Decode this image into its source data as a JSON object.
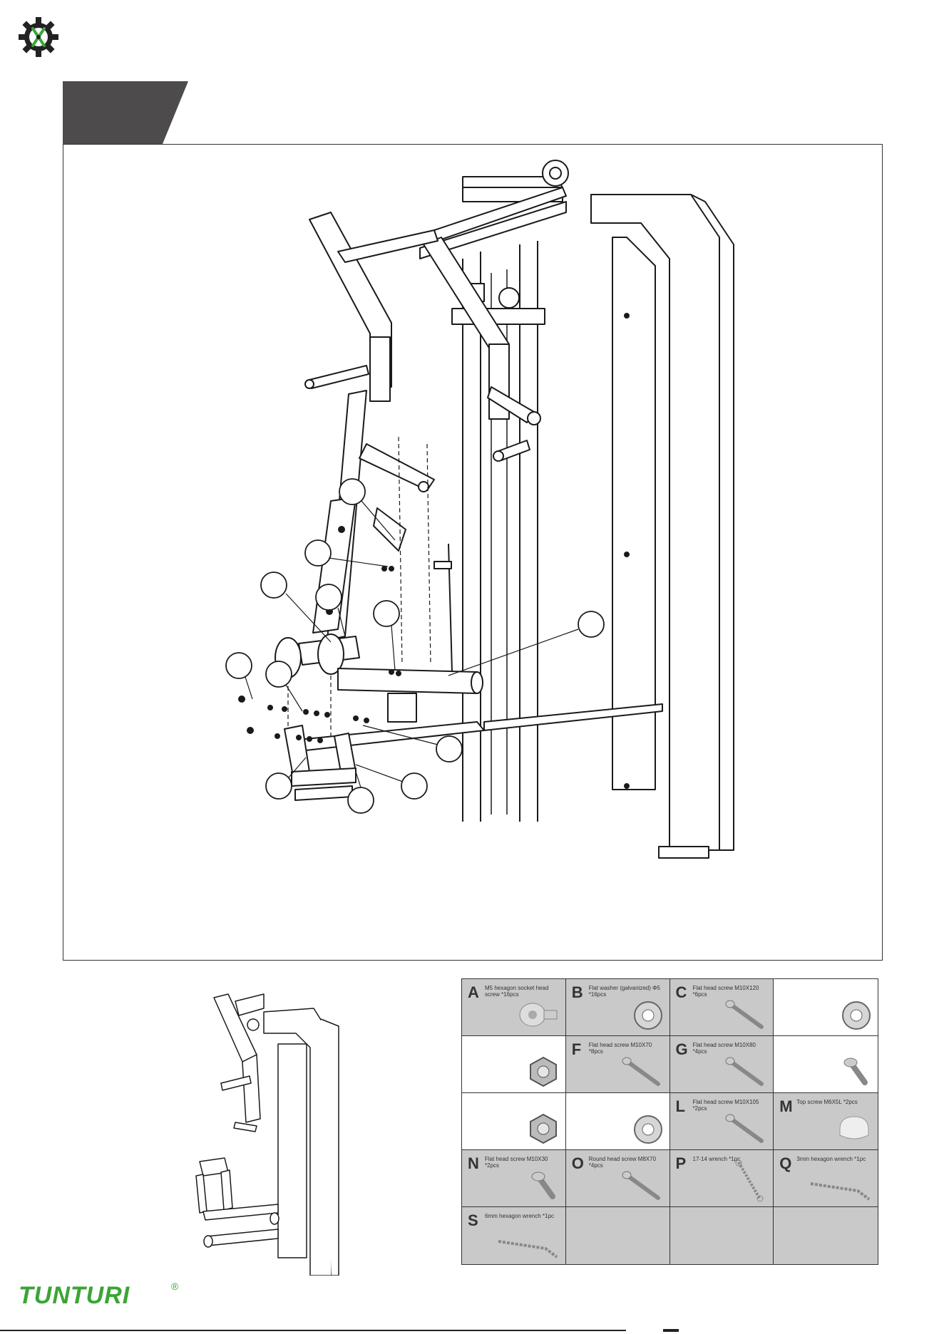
{
  "brand": {
    "name": "TUNTURI",
    "registered": "®"
  },
  "parts": [
    {
      "letter": "A",
      "desc": "M5 hexagon socket head screw *16pcs",
      "shade": "grey",
      "icon": "socket-screw-icon"
    },
    {
      "letter": "B",
      "desc": "Flat washer (galvanized) Φ5 *16pcs",
      "shade": "grey",
      "icon": "washer-icon"
    },
    {
      "letter": "C",
      "desc": "Flat head screw M10X120 *6pcs",
      "shade": "grey",
      "icon": "long-screw-icon"
    },
    {
      "letter": "",
      "desc": "",
      "shade": "white",
      "icon": "washer-icon"
    },
    {
      "letter": "",
      "desc": "",
      "shade": "white",
      "icon": "hex-nut-icon"
    },
    {
      "letter": "F",
      "desc": "Flat head screw M10X70 *8pcs",
      "shade": "grey",
      "icon": "long-screw-icon"
    },
    {
      "letter": "G",
      "desc": "Flat head screw M10X80 *4pcs",
      "shade": "grey",
      "icon": "long-screw-icon"
    },
    {
      "letter": "",
      "desc": "",
      "shade": "white",
      "icon": "short-screw-icon"
    },
    {
      "letter": "",
      "desc": "",
      "shade": "white",
      "icon": "hex-nut-icon"
    },
    {
      "letter": "",
      "desc": "",
      "shade": "white",
      "icon": "washer-icon"
    },
    {
      "letter": "L",
      "desc": "Flat head screw M10X105 *2pcs",
      "shade": "grey",
      "icon": "long-screw-icon"
    },
    {
      "letter": "M",
      "desc": "Top screw M6X5L *2pcs",
      "shade": "grey",
      "icon": "cap-icon"
    },
    {
      "letter": "N",
      "desc": "Flat head screw M10X30 *2pcs",
      "shade": "grey",
      "icon": "short-screw-icon"
    },
    {
      "letter": "O",
      "desc": "Round head screw M8X70 *4pcs",
      "shade": "grey",
      "icon": "long-screw-icon"
    },
    {
      "letter": "P",
      "desc": "17-14 wrench *1pc",
      "shade": "grey",
      "icon": "wrench-icon"
    },
    {
      "letter": "Q",
      "desc": "3mm hexagon wrench *1pc",
      "shade": "grey",
      "icon": "hex-key-icon"
    },
    {
      "letter": "S",
      "desc": "6mm hexagon wrench *1pc",
      "shade": "grey",
      "icon": "hex-key-icon"
    },
    {
      "letter": "",
      "desc": "",
      "shade": "grey",
      "icon": ""
    },
    {
      "letter": "",
      "desc": "",
      "shade": "grey",
      "icon": ""
    },
    {
      "letter": "",
      "desc": "",
      "shade": "grey",
      "icon": ""
    }
  ],
  "colors": {
    "brand_green": "#3aa535",
    "banner_grey": "#4d4b4c",
    "cell_grey": "#c9c9c9"
  }
}
